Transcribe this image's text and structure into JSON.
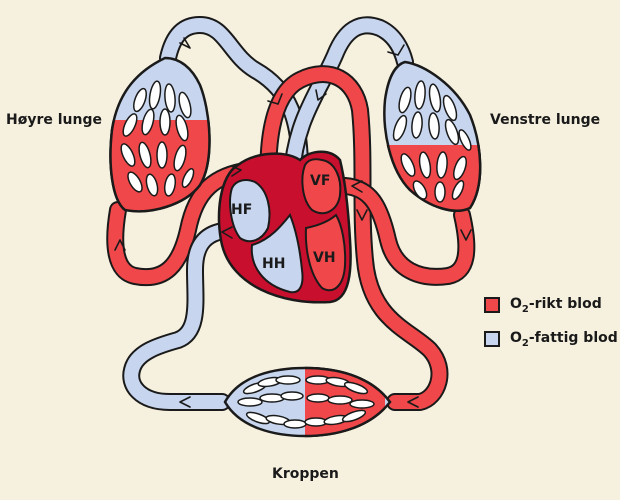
{
  "labels": {
    "right_lung": "Høyre lunge",
    "left_lung": "Venstre lunge",
    "body": "Kroppen",
    "right_atrium": "HF",
    "right_ventricle": "HH",
    "left_atrium": "VF",
    "left_ventricle": "VH"
  },
  "legend": {
    "oxygen_rich": {
      "prefix": "O",
      "sub": "2",
      "suffix": "-rikt blod"
    },
    "oxygen_poor": {
      "prefix": "O",
      "sub": "2",
      "suffix": "-fattig blod"
    }
  },
  "colors": {
    "background": "#f6f1df",
    "oxygen_rich": "#f0474a",
    "oxygen_rich_dark": "#c8102e",
    "oxygen_poor": "#c7d6ee",
    "outline": "#1a1a1a"
  }
}
